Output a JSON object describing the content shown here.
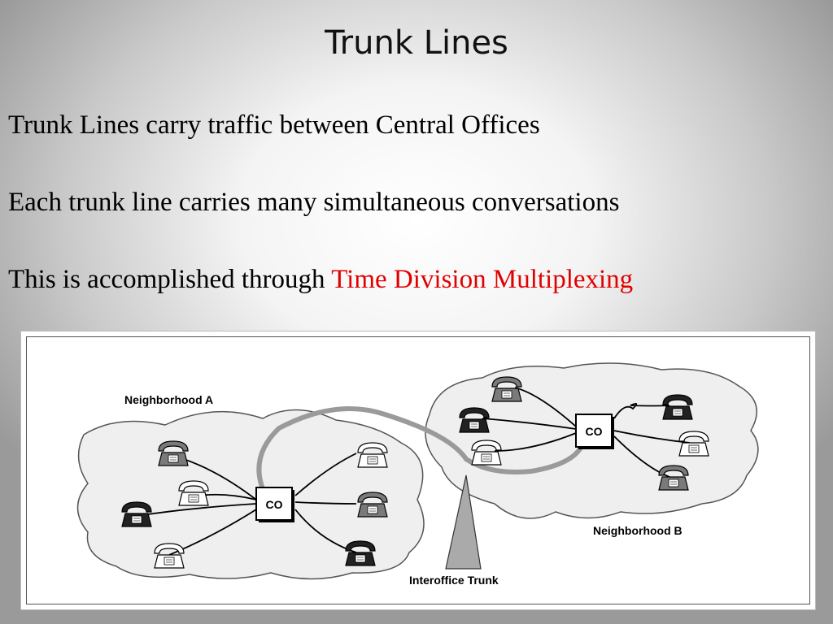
{
  "slide": {
    "title": "Trunk Lines",
    "bullets": {
      "b1": "Trunk Lines carry traffic between Central Offices",
      "b2": "Each trunk line carries many simultaneous conversations",
      "b3_prefix": "This is accomplished through ",
      "b3_highlight": "Time Division Multiplexing"
    },
    "highlight_color": "#e00000"
  },
  "diagram": {
    "neighborhood_a_label": "Neighborhood A",
    "neighborhood_b_label": "Neighborhood B",
    "co_a_label": "CO",
    "co_b_label": "CO",
    "trunk_label": "Interoffice Trunk",
    "icons": [
      "telephone-icon",
      "central-office-box",
      "trunk-arrow"
    ]
  }
}
